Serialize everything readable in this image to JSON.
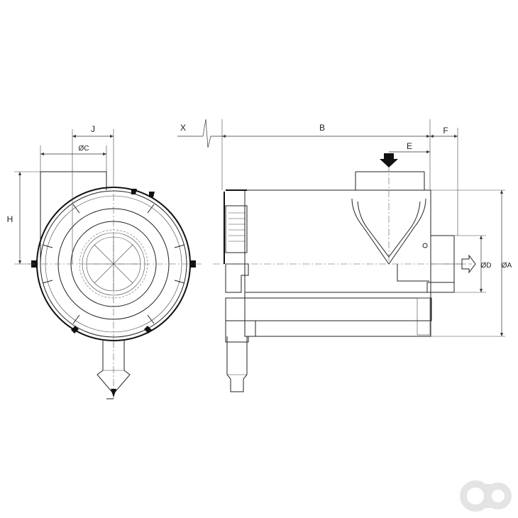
{
  "dimensions": {
    "J": "J",
    "C": "ØC",
    "H": "H",
    "X": "X",
    "B": "B",
    "E": "E",
    "F": "F",
    "D": "ØD",
    "A": "ØA"
  },
  "logo_text": "ao",
  "colors": {
    "line": "#222222",
    "logo": "#e4e4e4"
  }
}
